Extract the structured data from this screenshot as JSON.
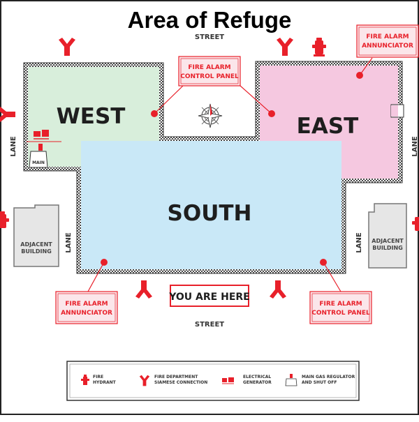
{
  "title": "Area of Refuge",
  "streets": {
    "top": "STREET",
    "bottom": "STREET"
  },
  "lanes": {
    "outer_left": "LANE",
    "outer_right": "LANE",
    "inner_left": "LANE",
    "inner_right": "LANE"
  },
  "areas": {
    "west": "WEST",
    "east": "EAST",
    "south": "SOUTH"
  },
  "callouts": {
    "fire_alarm": "FIRE ALARM",
    "control_panel": "CONTROL PANEL",
    "annunciator": "ANNUNCIATOR"
  },
  "you_are_here": "YOU ARE HERE",
  "adjacent_building": {
    "line1": "ADJACENT",
    "line2": "BUILDING"
  },
  "main_label": "MAIN",
  "legend": {
    "hydrant": {
      "line1": "FIRE",
      "line2": "HYDRANT",
      "icon": "fire-hydrant-icon"
    },
    "siamese": {
      "line1": "FIRE DEPARTMENT",
      "line2": "SIAMESE CONNECTION",
      "icon": "siamese-connection-icon"
    },
    "generator": {
      "line1": "ELECTRICAL",
      "line2": "GENERATOR",
      "icon": "generator-icon"
    },
    "gas": {
      "line1": "MAIN GAS REGULATOR",
      "line2": "AND SHUT OFF",
      "icon": "gas-shutoff-icon"
    }
  },
  "colors": {
    "red": "#e8202a",
    "west": "#d8eedb",
    "east": "#f5c8e0",
    "south": "#c9e8f7",
    "wall": "#333333",
    "building": "#e6e6e6",
    "pink_callout": "#fbe6ea"
  }
}
